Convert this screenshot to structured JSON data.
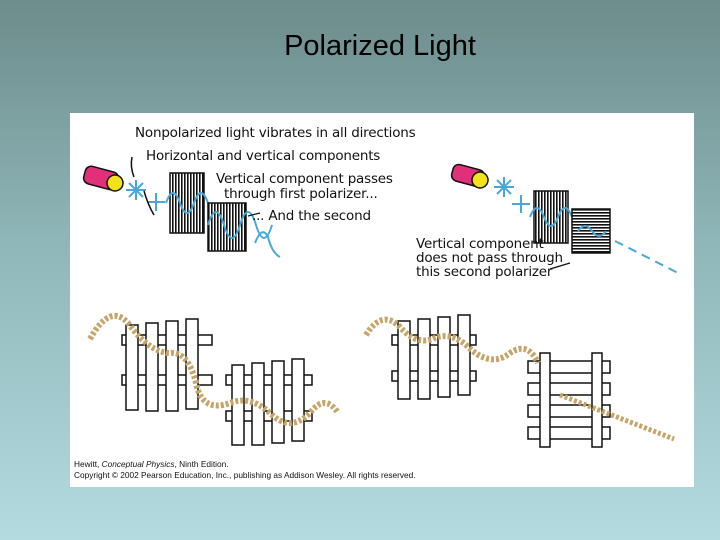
{
  "slide": {
    "title": "Polarized Light"
  },
  "figure": {
    "labels": {
      "nonpolarized": "Nonpolarized light vibrates in all directions",
      "components": "Horizontal and vertical components",
      "vertical_passes_1": "Vertical component passes",
      "vertical_passes_2": "through first polarizer...",
      "and_second": "... And the second",
      "blocked_1": "Vertical component",
      "blocked_2": "does not pass through",
      "blocked_3": "this second polarizer"
    },
    "credit": {
      "line1_author": "Hewitt, ",
      "line1_book": "Conceptual Physics",
      "line1_edition": ", Ninth Edition.",
      "line2": "Copyright © 2002 Pearson Education, Inc., publishing as Addison Wesley.  All rights reserved."
    }
  },
  "colors": {
    "wave": "#4aa8d8",
    "flashlight": "#e0307a",
    "bulb": "#f2e21a",
    "rope": "#c7a56a"
  }
}
